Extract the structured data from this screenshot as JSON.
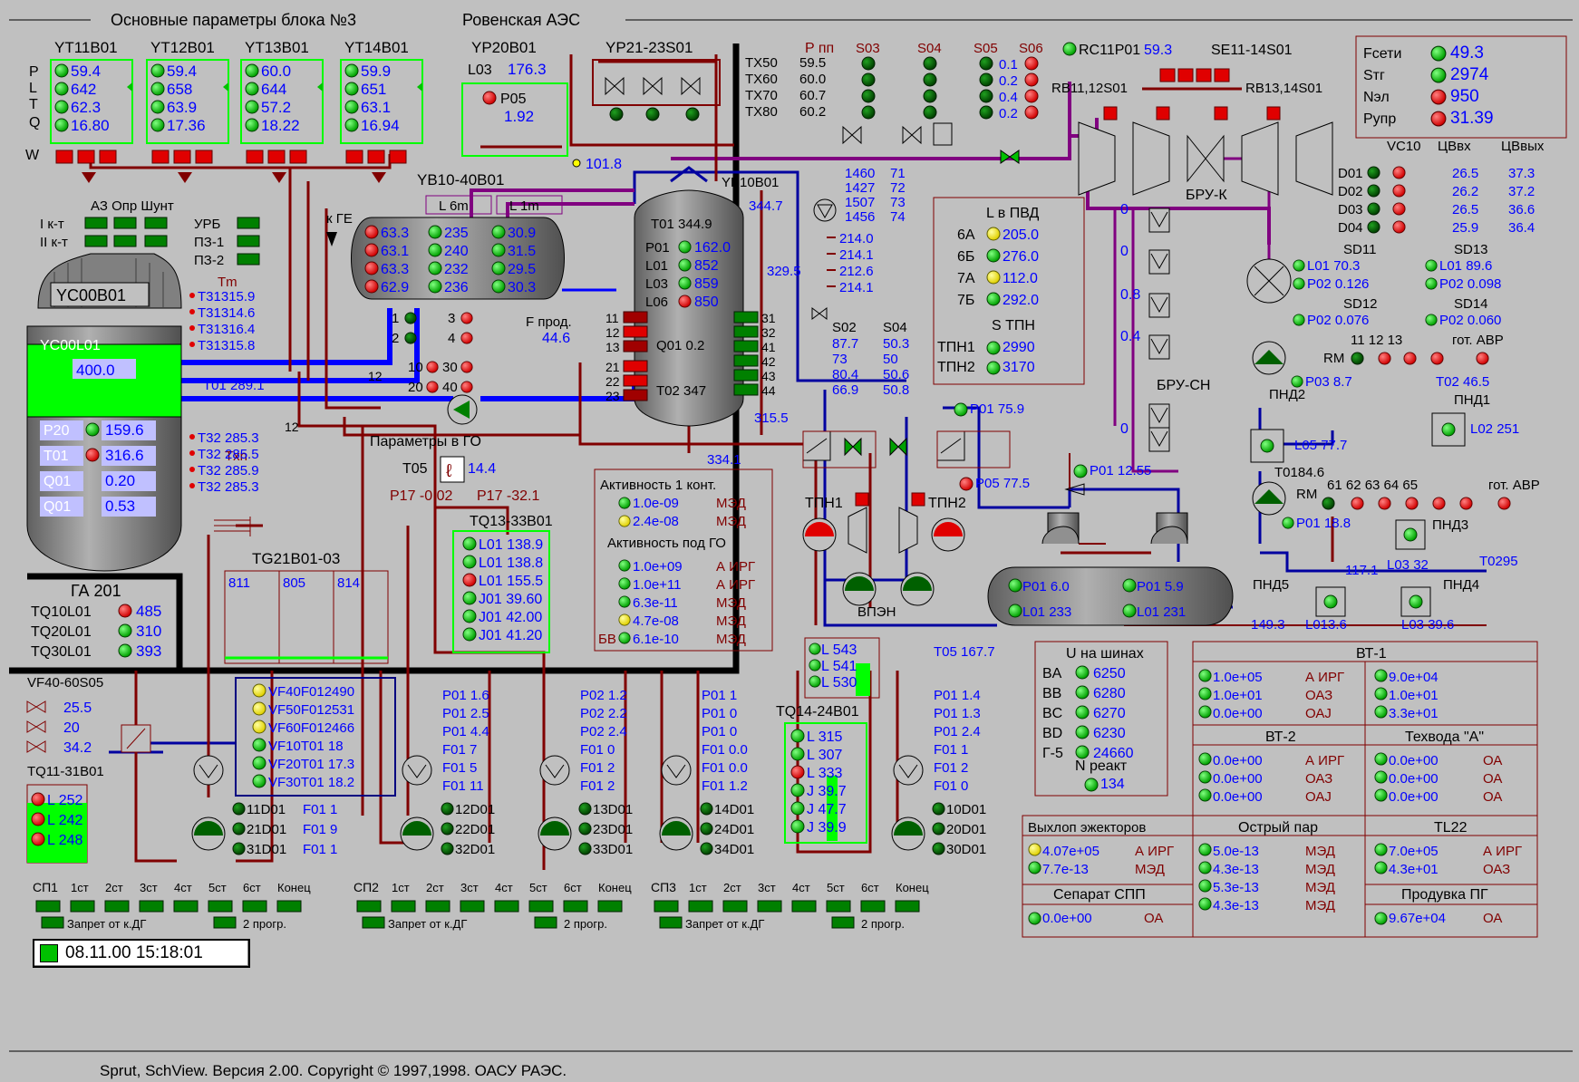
{
  "header": {
    "title": "Основные параметры блока №3",
    "station": "Ровенская АЭС"
  },
  "footer": {
    "copyright": "Sprut, SchView. Версия 2.00. Copyright © 1997,1998. ОАСУ РАЭС."
  },
  "clock": "08.11.00 15:18:01",
  "colors": {
    "background": "#c0c0c0",
    "value_blue": "#0000ff",
    "pipe_red": "#800000",
    "pipe_blue": "#0000ff",
    "pipe_purple": "#800080",
    "led_green": "#00c000",
    "led_red": "#ff0000",
    "led_yellow": "#ffff00",
    "led_dark": "#006000"
  },
  "yt": {
    "row_labels": [
      "P",
      "L",
      "T",
      "Q",
      "W"
    ],
    "panels": [
      {
        "name": "YT11B01",
        "values": [
          "59.4",
          "642",
          "62.3",
          "16.80"
        ]
      },
      {
        "name": "YT12B01",
        "values": [
          "59.4",
          "658",
          "63.9",
          "17.36"
        ]
      },
      {
        "name": "YT13B01",
        "values": [
          "60.0",
          "644",
          "57.2",
          "18.22"
        ]
      },
      {
        "name": "YT14B01",
        "values": [
          "59.9",
          "651",
          "63.1",
          "16.94"
        ]
      }
    ]
  },
  "yp20": {
    "name": "YP20B01",
    "l03_label": "L03",
    "l03": "176.3",
    "p05_label": "P05",
    "p05": "1.92",
    "p_below": "101.8"
  },
  "yp21": {
    "name": "YP21-23S01"
  },
  "tx": {
    "header": "P пп",
    "rows": [
      {
        "label": "TX50",
        "value": "59.5"
      },
      {
        "label": "TX60",
        "value": "60.0"
      },
      {
        "label": "TX70",
        "value": "60.7"
      },
      {
        "label": "TX80",
        "value": "60.2"
      }
    ]
  },
  "svalves": {
    "cols": [
      "S03",
      "S04",
      "S05",
      "S06"
    ],
    "s05_values": [
      "0.1",
      "0.2",
      "0.4",
      "0.2"
    ]
  },
  "rc11": {
    "label": "RC11P01",
    "value": "59.3",
    "se": "SE11-14S01",
    "rb1": "RB11,12S01",
    "rb2": "RB13,14S01"
  },
  "grid": {
    "rows": [
      {
        "label": "Fсети",
        "value": "49.3"
      },
      {
        "label": "Sтг",
        "value": "2974"
      },
      {
        "label": "Nэл",
        "value": "950"
      },
      {
        "label": "Pупр",
        "value": "31.39"
      }
    ]
  },
  "vc10": {
    "headers": [
      "VC10",
      "ЦВвх",
      "ЦВвых"
    ],
    "rows": [
      {
        "label": "D01",
        "in": "26.5",
        "out": "37.3"
      },
      {
        "label": "D02",
        "in": "26.2",
        "out": "37.2"
      },
      {
        "label": "D03",
        "in": "26.5",
        "out": "36.6"
      },
      {
        "label": "D04",
        "in": "25.9",
        "out": "36.4"
      }
    ]
  },
  "sd": {
    "sd11": "SD11",
    "sd11_l": "L01 70.3",
    "sd11_p": "P02 0.126",
    "sd13": "SD13",
    "sd13_l": "L01 89.6",
    "sd13_p": "P02 0.098",
    "sd12": "SD12",
    "sd12_p": "P02 0.076",
    "sd14": "SD14",
    "sd14_p": "P02 0.060",
    "rm_nums": "11  12  13",
    "rm": "RM",
    "avr": "гот. АВР",
    "p03": "P03 8.7",
    "t02": "T02 46.5"
  },
  "protection": {
    "cols": "АЗ Опр Шунт",
    "r1": "I к-т",
    "r2": "II к-т",
    "urb": "УРБ",
    "pz1": "ПЗ-1",
    "pz2": "ПЗ-2"
  },
  "reactor": {
    "name": "YC00B01",
    "level_label": "YC00L01",
    "level": "400.0",
    "tm": "Tm",
    "t31": [
      "T31315.9",
      "T31314.6",
      "T31316.4",
      "T31315.8"
    ],
    "t01": "T01 289.1",
    "txn": "Txn",
    "t32": [
      "T32 285.3",
      "T32 285.5",
      "T32 285.9",
      "T32 285.3"
    ],
    "rows": [
      {
        "label": "P20",
        "value": "159.6"
      },
      {
        "label": "T01",
        "value": "316.6"
      },
      {
        "label": "Q01",
        "value": "0.20"
      },
      {
        "label": "Q01",
        "value": "0.53"
      }
    ],
    "kge": "к ГЕ",
    "n12a": "12",
    "n12b": "12"
  },
  "ga": {
    "name": "ГА 201",
    "rows": [
      {
        "label": "TQ10L01",
        "value": "485"
      },
      {
        "label": "TQ20L01",
        "value": "310"
      },
      {
        "label": "TQ30L01",
        "value": "393"
      }
    ]
  },
  "yb": {
    "name": "YB10-40B01",
    "c1": "L 6m",
    "c2": "L 1m",
    "rows": [
      [
        "63.3",
        "235",
        "30.9"
      ],
      [
        "63.1",
        "240",
        "31.5"
      ],
      [
        "63.3",
        "232",
        "29.5"
      ],
      [
        "62.9",
        "236",
        "30.3"
      ]
    ],
    "n1": "1",
    "n2": "2",
    "n3": "3",
    "n4": "4",
    "n10": "10",
    "n20": "20",
    "n30": "30",
    "n40": "40",
    "fprod": "F прод.",
    "fprod_v": "44.6"
  },
  "go": {
    "title": "Параметры в ГО",
    "t05": "T05",
    "t05v": "14.4",
    "p17a": "P17 -0.02",
    "p17b": "P17 -32.1"
  },
  "pressurizer": {
    "name": "YP10B01",
    "t01": "T01 344.9",
    "top": "344.7",
    "rows": [
      {
        "l": "P01",
        "v": "162.0"
      },
      {
        "l": "L01",
        "v": "852"
      },
      {
        "l": "L03",
        "v": "859"
      },
      {
        "l": "L06",
        "v": "850"
      }
    ],
    "side": "329.5",
    "q01": "Q01 0.2",
    "t02": "T02 347",
    "bottom": "315.5",
    "b2": "334.1",
    "left_nums": [
      "11",
      "12",
      "13",
      "21",
      "22",
      "23"
    ],
    "right_nums": [
      "31",
      "32",
      "41",
      "42",
      "43",
      "44"
    ]
  },
  "tg": {
    "name": "TG21B01-03",
    "v": [
      "811",
      "805",
      "814"
    ]
  },
  "tq13": {
    "name": "TQ13-33B01",
    "rows": [
      "L01 138.9",
      "L01 138.8",
      "L01 155.5",
      "J01 39.60",
      "J01 42.00",
      "J01 41.20"
    ]
  },
  "activity": {
    "t1": "Активность 1 конт.",
    "a1": "1.0e-09",
    "a2": "2.4e-08",
    "u1": "МЭД",
    "u2": "МЭД",
    "t2": "Активность под ГО",
    "rows": [
      {
        "v": "1.0e+09",
        "u": "А ИРГ"
      },
      {
        "v": "1.0e+11",
        "u": "А ИРГ"
      },
      {
        "v": "6.3e-11",
        "u": "МЭД"
      },
      {
        "v": "4.7e-08",
        "u": "МЭД"
      },
      {
        "v": "6.1e-10",
        "u": "МЭД"
      }
    ],
    "bv": "БВ"
  },
  "turb": {
    "nums": [
      {
        "a": "1460",
        "b": "71"
      },
      {
        "a": "1427",
        "b": "72"
      },
      {
        "a": "1507",
        "b": "73"
      },
      {
        "a": "1456",
        "b": "74"
      }
    ],
    "v214": [
      "214.0",
      "214.1",
      "212.6",
      "214.1"
    ],
    "s02": "S02",
    "s04": "S04",
    "s02v": [
      "87.7",
      "73",
      "80.4",
      "66.9"
    ],
    "s04v": [
      "50.3",
      "50",
      "50.6",
      "50.8"
    ],
    "p01": "P01 75.9",
    "p05": "P05 77.5",
    "p01b": "P01 12.55"
  },
  "pvd": {
    "title": "L в ПВД",
    "rows": [
      {
        "l": "6А",
        "v": "205.0"
      },
      {
        "l": "6Б",
        "v": "276.0"
      },
      {
        "l": "7А",
        "v": "112.0"
      },
      {
        "l": "7Б",
        "v": "292.0"
      }
    ],
    "s": "S ТПН",
    "t1": "ТПН1",
    "t1v": "2990",
    "t2": "ТПН2",
    "t2v": "3170"
  },
  "bru": {
    "k": "БРУ-К",
    "sn": "БРУ-СН",
    "vals": [
      "0",
      "0",
      "0.8",
      "0.4",
      "0"
    ]
  },
  "pnd": {
    "p2": "ПНД2",
    "p2v": "L05 77.7",
    "p1": "ПНД1",
    "p1v": "L02 251",
    "t01": "T0184.6",
    "rm": "RM",
    "nums": "61  62  63  64  65",
    "avr": "гот. АВР",
    "p01": "P01 18.8",
    "p3": "ПНД3",
    "p3v": "L03 32",
    "t02": "T0295",
    "p4": "ПНД4",
    "p4v": "L03 39.6",
    "p5": "ПНД5",
    "p5v": "L013.6",
    "v117": "117.1",
    "v149": "149.3"
  },
  "tpn": {
    "n1": "ТПН1",
    "n2": "ТПН2",
    "vpen": "ВПЭН"
  },
  "deaerator": {
    "p1": "P01 6.0",
    "p2": "P01 5.9",
    "l1": "L01 233",
    "l2": "L01 231",
    "t05": "T05 167.7"
  },
  "lbox": {
    "rows": [
      "L 543",
      "L 541",
      "L 530"
    ]
  },
  "tq14": {
    "name": "TQ14-24B01",
    "rows": [
      "L 315",
      "L 307",
      "L 333",
      "J 39.7",
      "J 47.7",
      "J 39.9"
    ]
  },
  "vf": {
    "name": "VF40-60S05",
    "v": [
      "25.5",
      "20",
      "34.2"
    ],
    "tq11": "TQ11-31B01",
    "l": [
      "L 252",
      "L 242",
      "L 248"
    ],
    "box": [
      "VF40F012490",
      "VF50F012531",
      "VF60F012466",
      "VF10T01 18",
      "VF20T01 17.3",
      "VF30T01 18.2"
    ]
  },
  "pumps": {
    "g1": {
      "p": [
        "11D01",
        "21D01",
        "31D01"
      ],
      "f": [
        "F01 1",
        "F01 9",
        "F01 1"
      ]
    },
    "g2": {
      "t": [
        "P01 1.6",
        "P01 2.5",
        "P01 4.4",
        "F01 7",
        "F01 5",
        "F01 11"
      ],
      "p": [
        "12D01",
        "22D01",
        "32D01"
      ]
    },
    "g3": {
      "t": [
        "P02 1.2",
        "P02 2.2",
        "P02 2.4",
        "F01 0",
        "F01 2",
        "F01 2"
      ],
      "p": [
        "13D01",
        "23D01",
        "33D01"
      ]
    },
    "g4": {
      "t": [
        "P01 1",
        "P01 0",
        "P01 0",
        "F01 0.0",
        "F01 0.0",
        "F01 1.2"
      ],
      "p": [
        "14D01",
        "24D01",
        "34D01"
      ]
    },
    "g5": {
      "t": [
        "P01 1.4",
        "P01 1.3",
        "P01 2.4",
        "F01 1",
        "F01 2",
        "F01 0"
      ],
      "p": [
        "10D01",
        "20D01",
        "30D01"
      ]
    }
  },
  "sp": {
    "groups": [
      {
        "name": "СП1",
        "hdr": [
          "1ст",
          "2ст",
          "3ст",
          "4ст",
          "5ст",
          "6ст",
          "Конец"
        ]
      },
      {
        "name": "СП2",
        "hdr": [
          "1ст",
          "2ст",
          "3ст",
          "4ст",
          "5ст",
          "6ст",
          "Конец"
        ]
      },
      {
        "name": "СП3",
        "hdr": [
          "1ст",
          "2ст",
          "3ст",
          "4ст",
          "5ст",
          "6ст",
          "Конец"
        ]
      }
    ],
    "zapret": "Запрет от к.ДГ",
    "progr": "2 прогр."
  },
  "ushin": {
    "title": "U на шинах",
    "rows": [
      {
        "l": "BA",
        "v": "6250"
      },
      {
        "l": "BB",
        "v": "6280"
      },
      {
        "l": "BC",
        "v": "6270"
      },
      {
        "l": "BD",
        "v": "6230"
      },
      {
        "l": "Г-5",
        "v": "24660"
      }
    ],
    "n": "N реакт",
    "nv": "134"
  },
  "rad": {
    "vt1": "ВТ-1",
    "vt1_left": [
      {
        "v": "1.0e+05",
        "u": "А ИРГ"
      },
      {
        "v": "1.0e+01",
        "u": "ОАЗ"
      },
      {
        "v": "0.0e+00",
        "u": "ОАJ"
      }
    ],
    "vt1_right": [
      "9.0e+04",
      "1.0e+01",
      "3.3e+01"
    ],
    "vt2": "ВТ-2",
    "vt2_rows": [
      {
        "v": "0.0e+00",
        "u": "А ИРГ"
      },
      {
        "v": "0.0e+00",
        "u": "ОАЗ"
      },
      {
        "v": "0.0e+00",
        "u": "ОАJ"
      }
    ],
    "tech": "Техвода \"А\"",
    "tech_rows": [
      {
        "v": "0.0e+00",
        "u": "ОА"
      },
      {
        "v": "0.0e+00",
        "u": "ОА"
      },
      {
        "v": "0.0e+00",
        "u": "ОА"
      }
    ],
    "vyh": "Выхлоп эжекторов",
    "vyh_rows": [
      {
        "v": "4.07e+05",
        "u": "А ИРГ"
      },
      {
        "v": "7.7e-13",
        "u": "МЭД"
      }
    ],
    "ostr": "Острый пар",
    "ostr_rows": [
      {
        "v": "5.0e-13",
        "u": "МЭД"
      },
      {
        "v": "4.3e-13",
        "u": "МЭД"
      },
      {
        "v": "5.3e-13",
        "u": "МЭД"
      },
      {
        "v": "4.3e-13",
        "u": "МЭД"
      }
    ],
    "tl": "TL22",
    "tl_rows": [
      {
        "v": "7.0e+05",
        "u": "А ИРГ"
      },
      {
        "v": "4.3e+01",
        "u": "ОАЗ"
      }
    ],
    "sep": "Сепарат СПП",
    "sep_row": {
      "v": "0.0e+00",
      "u": "ОА"
    },
    "prod": "Продувка ПГ",
    "prod_row": {
      "v": "9.67e+04",
      "u": "ОА"
    }
  }
}
